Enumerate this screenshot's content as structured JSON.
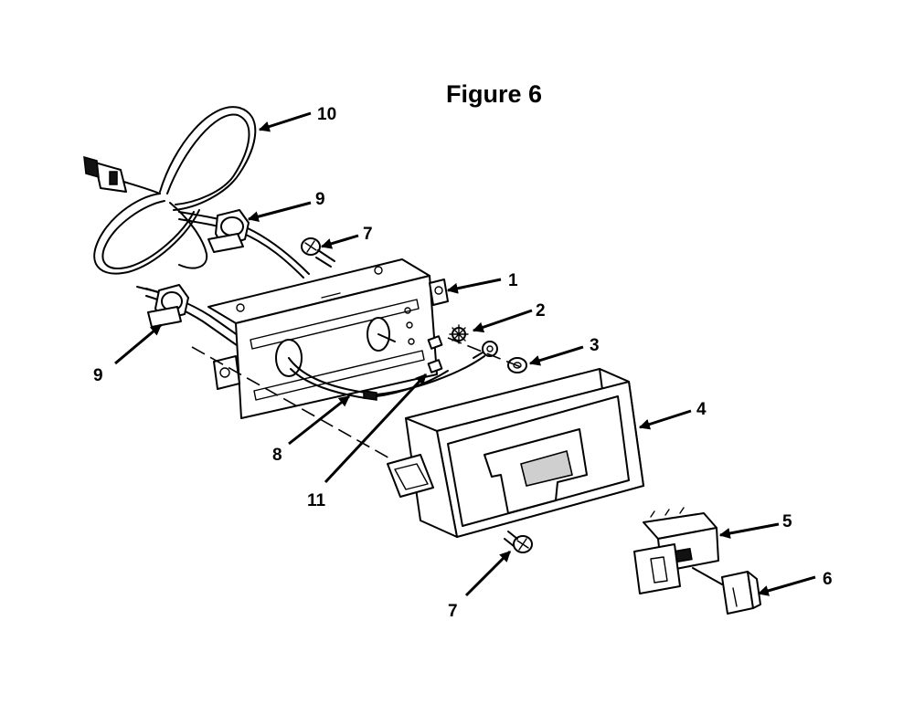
{
  "figure": {
    "title": "Figure 6"
  },
  "callouts": {
    "c1": "1",
    "c2": "2",
    "c3": "3",
    "c4": "4",
    "c5": "5",
    "c6": "6",
    "c7_top": "7",
    "c7_bottom": "7",
    "c8": "8",
    "c9_top": "9",
    "c9_left": "9",
    "c10": "10",
    "c11": "11"
  }
}
